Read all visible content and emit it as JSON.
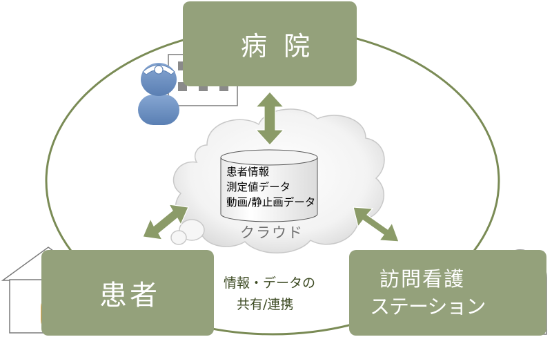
{
  "hospital": {
    "label": "病 院"
  },
  "patient": {
    "label": "患者"
  },
  "station": {
    "line1": "訪問看護",
    "line2": "ステーション"
  },
  "database": {
    "lines": [
      "患者情報",
      "測定値データ",
      "動画/静止画データ"
    ]
  },
  "cloud": {
    "label": "クラウド"
  },
  "sharing": {
    "line1": "情報・データの",
    "line2": "共有/連携"
  },
  "colors": {
    "box": "#94a17b",
    "arrow": "#8b9b68",
    "ellipse": "#7a8b55",
    "hospital_person": "#7093c3",
    "patient_person": "#f4a233",
    "nurse_person": "#cf8ca0",
    "red_cross": "#e02020"
  }
}
